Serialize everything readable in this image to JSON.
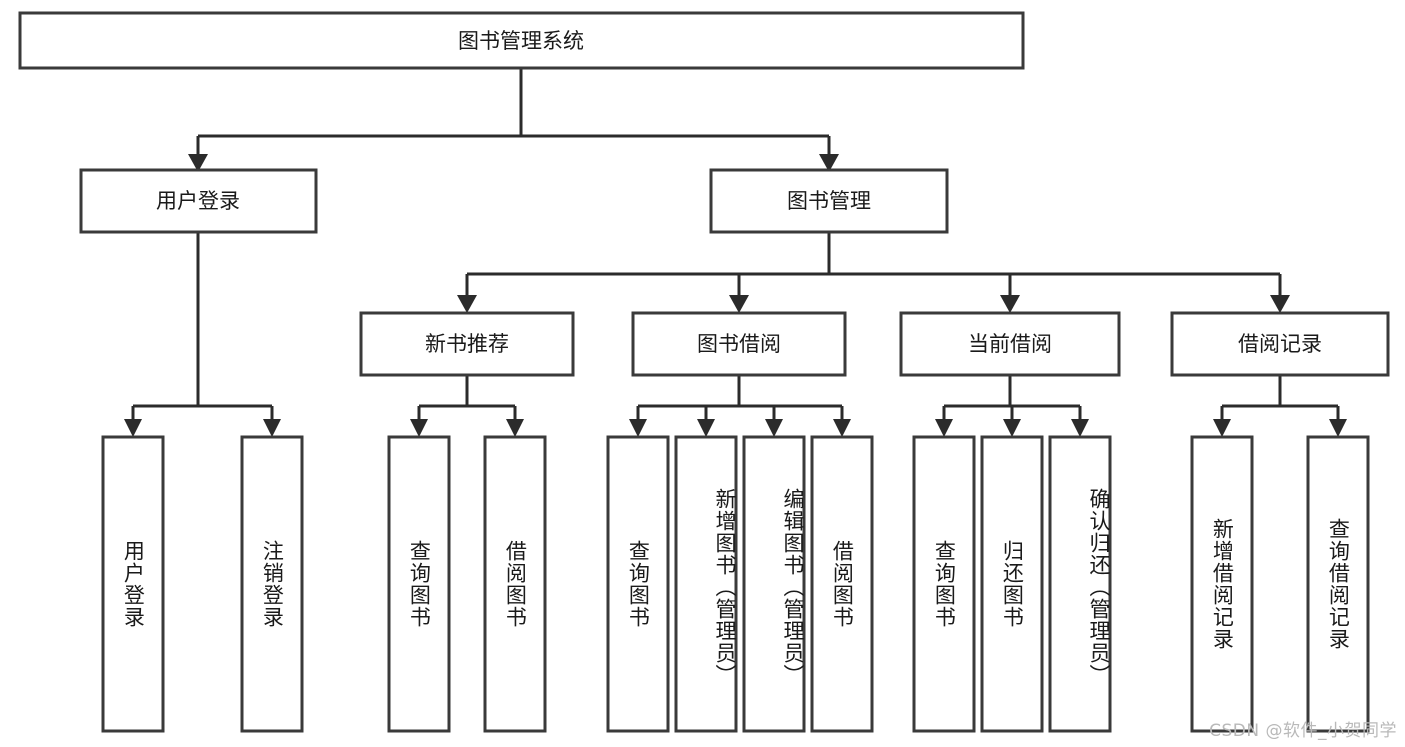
{
  "diagram": {
    "title": "图书管理系统",
    "type": "tree-hierarchy",
    "root": {
      "id": "root",
      "label": "图书管理系统"
    },
    "level2": [
      {
        "id": "user-login",
        "label": "用户登录"
      },
      {
        "id": "book-management",
        "label": "图书管理"
      }
    ],
    "level3": [
      {
        "id": "new-book-recommend",
        "label": "新书推荐",
        "parent": "book-management"
      },
      {
        "id": "book-borrow",
        "label": "图书借阅",
        "parent": "book-management"
      },
      {
        "id": "current-borrow",
        "label": "当前借阅",
        "parent": "book-management"
      },
      {
        "id": "borrow-record",
        "label": "借阅记录",
        "parent": "book-management"
      }
    ],
    "leaves": {
      "user-login": [
        {
          "id": "leaf-user-login",
          "label": "用户登录"
        },
        {
          "id": "leaf-user-logout",
          "label": "注销登录"
        }
      ],
      "new-book-recommend": [
        {
          "id": "leaf-query-book-1",
          "label": "查询图书"
        },
        {
          "id": "leaf-borrow-book-1",
          "label": "借阅图书"
        }
      ],
      "book-borrow": [
        {
          "id": "leaf-query-book-2",
          "label": "查询图书"
        },
        {
          "id": "leaf-add-book",
          "label": "新增图书（管理员）"
        },
        {
          "id": "leaf-edit-book",
          "label": "编辑图书（管理员）"
        },
        {
          "id": "leaf-borrow-book-2",
          "label": "借阅图书"
        }
      ],
      "current-borrow": [
        {
          "id": "leaf-query-book-3",
          "label": "查询图书"
        },
        {
          "id": "leaf-return-book",
          "label": "归还图书"
        },
        {
          "id": "leaf-confirm-return",
          "label": "确认归还（管理员）"
        }
      ],
      "borrow-record": [
        {
          "id": "leaf-add-record",
          "label": "新增借阅记录"
        },
        {
          "id": "leaf-query-record",
          "label": "查询借阅记录"
        }
      ]
    }
  },
  "watermark": {
    "text": "CSDN @软件_小贺同学"
  },
  "colors": {
    "box_stroke": "#3a3a3a",
    "connector": "#2b2b2b",
    "background": "#ffffff",
    "text": "#1a1a1a",
    "watermark": "#b9b9b9"
  }
}
